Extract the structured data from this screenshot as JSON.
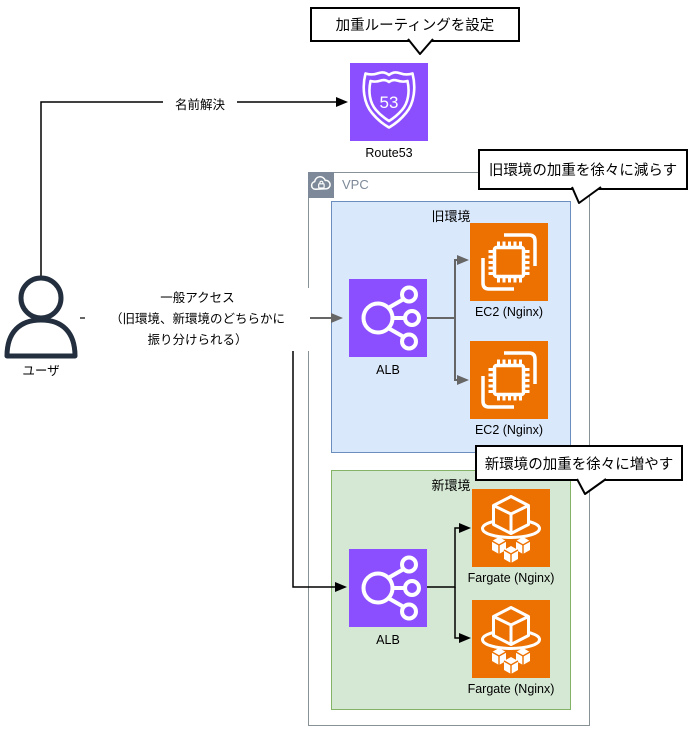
{
  "callouts": {
    "route53_setup": "加重ルーティングを設定",
    "old_env_decrease": "旧環境の加重を徐々に減らす",
    "new_env_increase": "新環境の加重を徐々に増やす"
  },
  "groups": {
    "vpc": "VPC",
    "old_env": "旧環境",
    "new_env": "新環境"
  },
  "nodes": {
    "route53": "Route53",
    "route53_badge": "53",
    "alb_old": "ALB",
    "ec2_1": "EC2 (Nginx)",
    "ec2_2": "EC2 (Nginx)",
    "alb_new": "ALB",
    "fargate_1": "Fargate (Nginx)",
    "fargate_2": "Fargate (Nginx)",
    "user": "ユーザ"
  },
  "edge_labels": {
    "name_resolution": "名前解決",
    "general_access": [
      "一般アクセス",
      "（旧環境、新環境のどちらかに",
      "振り分けられる）"
    ]
  },
  "colors": {
    "aws_purple": "#8C4FFF",
    "aws_orange": "#ED7100",
    "old_env_fill": "#DAE8FC",
    "old_env_border": "#6C8EBF",
    "new_env_fill": "#D5E8D4",
    "new_env_border": "#82B366",
    "vpc_border": "#879196",
    "vpc_tab": "#7D8998",
    "user_navy": "#232F3E",
    "gray_edge": "#666666",
    "black_edge": "#000000"
  }
}
